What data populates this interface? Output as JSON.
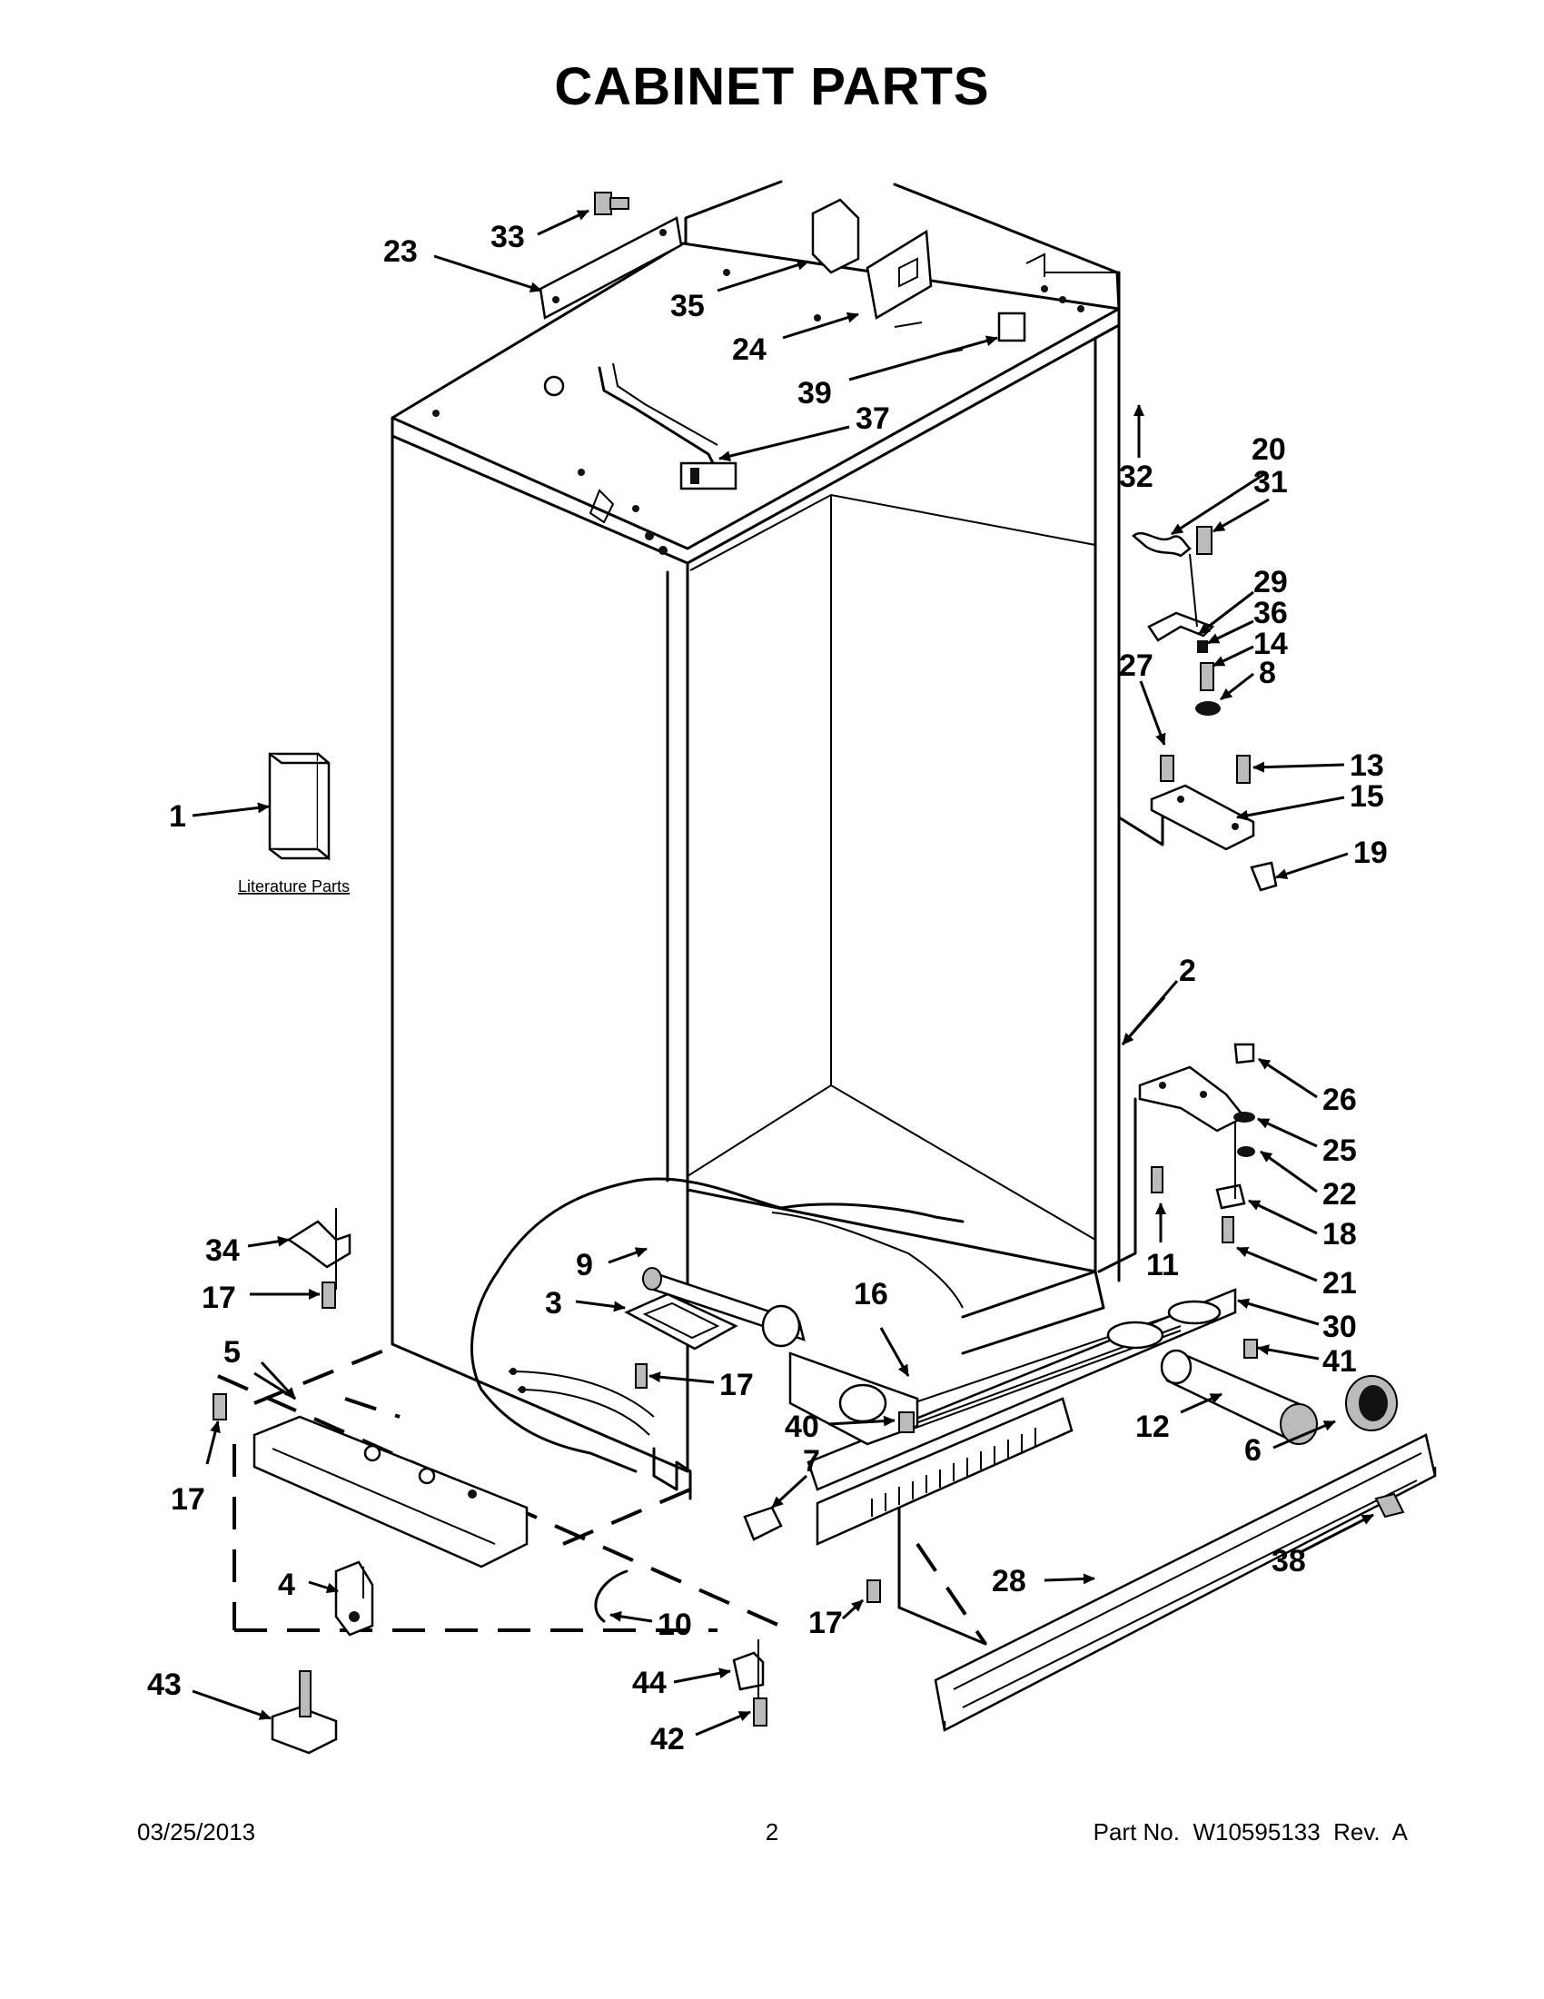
{
  "title": "CABINET PARTS",
  "literature_label": "Literature Parts",
  "callouts": {
    "c1": "1",
    "c2": "2",
    "c3": "3",
    "c4": "4",
    "c5": "5",
    "c6": "6",
    "c7": "7",
    "c8": "8",
    "c9": "9",
    "c10": "10",
    "c11": "11",
    "c12": "12",
    "c13": "13",
    "c14": "14",
    "c15": "15",
    "c16": "16",
    "c17a": "17",
    "c17b": "17",
    "c17c": "17",
    "c17d": "17",
    "c18": "18",
    "c19": "19",
    "c20": "20",
    "c21": "21",
    "c22": "22",
    "c23": "23",
    "c24": "24",
    "c25": "25",
    "c26": "26",
    "c27": "27",
    "c28": "28",
    "c29": "29",
    "c30": "30",
    "c31": "31",
    "c32": "32",
    "c33": "33",
    "c34": "34",
    "c35": "35",
    "c36": "36",
    "c37": "37",
    "c38": "38",
    "c39": "39",
    "c40": "40",
    "c41": "41",
    "c42": "42",
    "c43": "43",
    "c44": "44"
  },
  "footer": {
    "date": "03/25/2013",
    "page": "2",
    "part": "Part No.  W10595133  Rev.  A"
  }
}
